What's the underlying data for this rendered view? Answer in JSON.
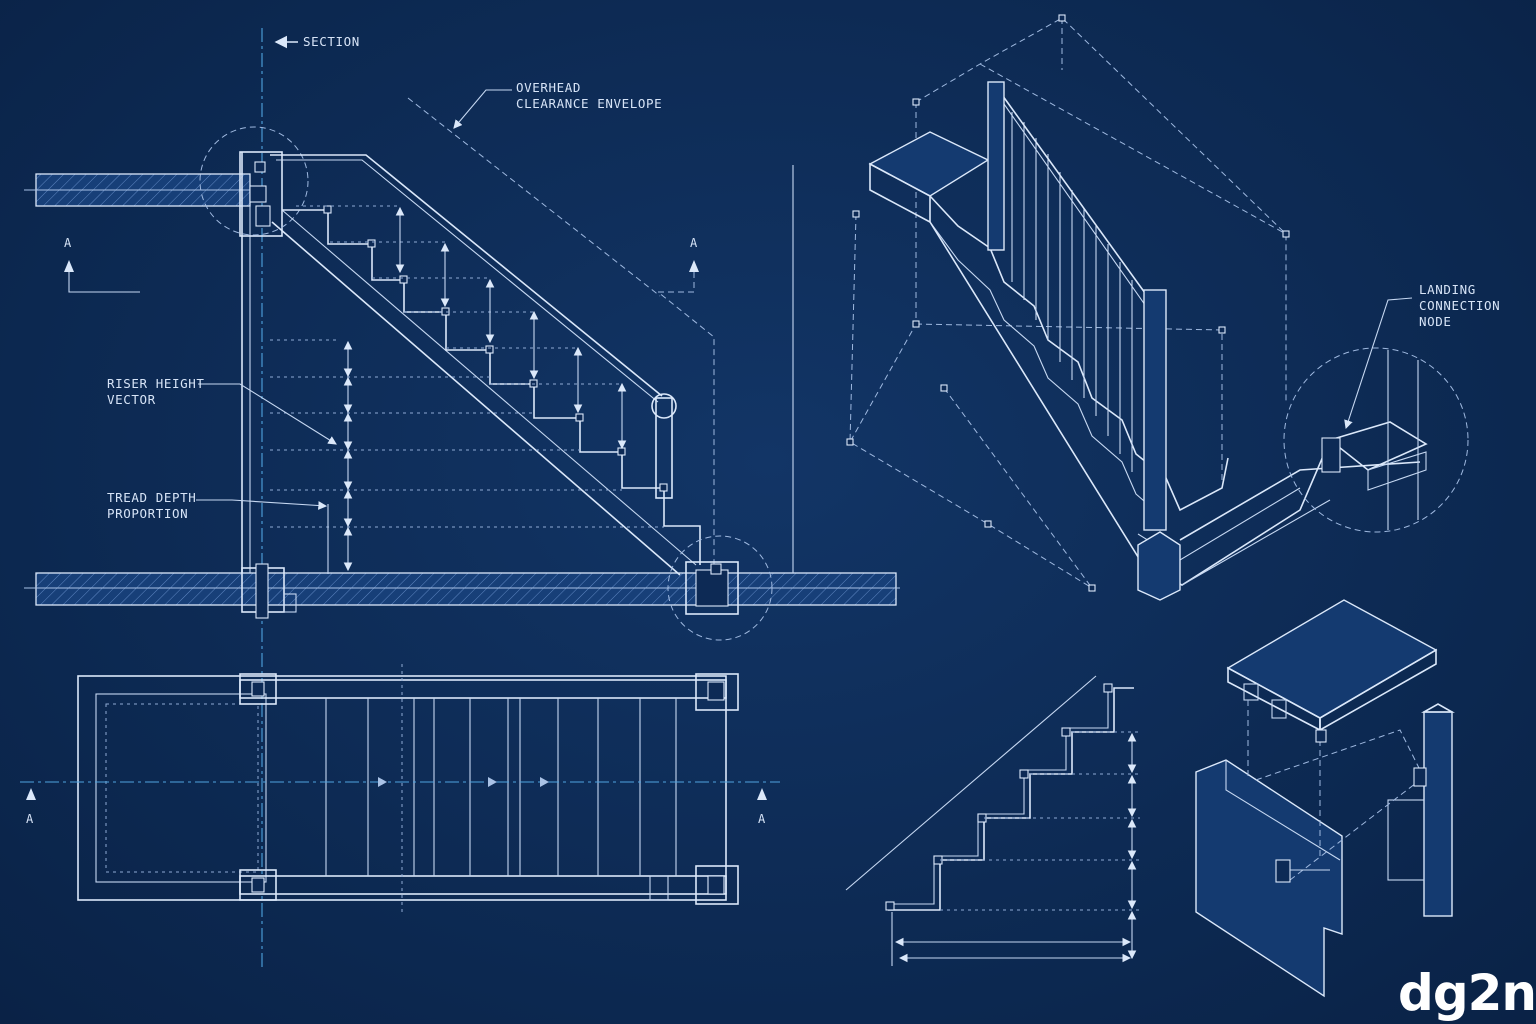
{
  "labels": {
    "section": "SECTION",
    "overhead_l1": "OVERHEAD",
    "overhead_l2": "CLEARANCE ENVELOPE",
    "riser_l1": "RISER HEIGHT",
    "riser_l2": "VECTOR",
    "tread_l1": "TREAD DEPTH",
    "tread_l2": "PROPORTION",
    "landing_l1": "LANDING",
    "landing_l2": "CONNECTION",
    "landing_l3": "NODE",
    "section_marker": "A"
  },
  "watermark": "dg2n",
  "colors": {
    "background": "#0d2a55",
    "linework": "#dbe8fa",
    "centerline": "#4fa3df"
  }
}
